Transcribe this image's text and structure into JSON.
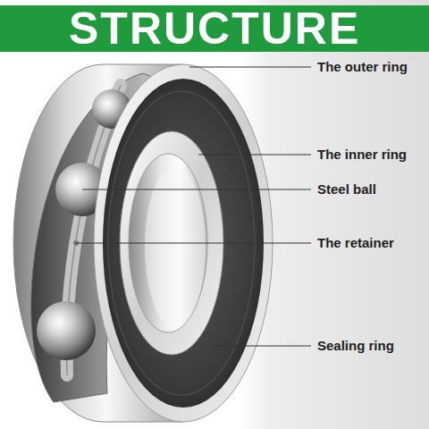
{
  "diagram": {
    "title": "STRUCTURE",
    "labels": [
      "The outer ring",
      "The inner ring",
      "Steel ball",
      "The retainer",
      "Sealing ring"
    ]
  }
}
